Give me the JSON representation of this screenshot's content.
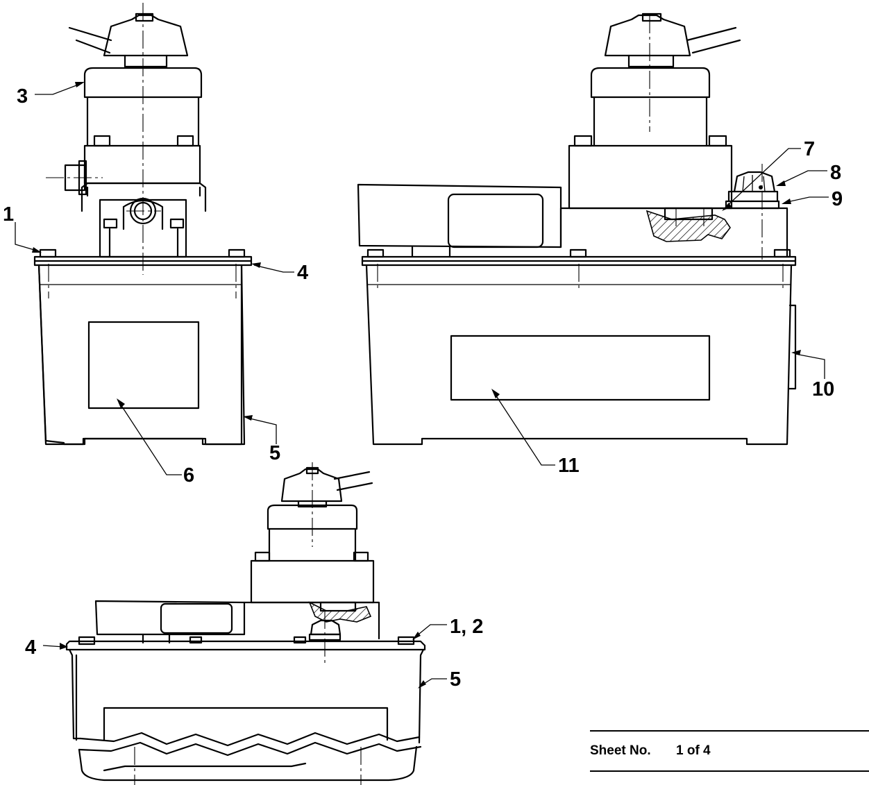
{
  "callouts": {
    "c1": "1",
    "c3": "3",
    "c4": "4",
    "c5": "5",
    "c6": "6",
    "c7": "7",
    "c8": "8",
    "c9": "9",
    "c10": "10",
    "c11": "11",
    "c12": "1, 2",
    "c4b": "4",
    "c5b": "5"
  },
  "sheet": {
    "label": "Sheet No.",
    "value": "1 of 4"
  }
}
